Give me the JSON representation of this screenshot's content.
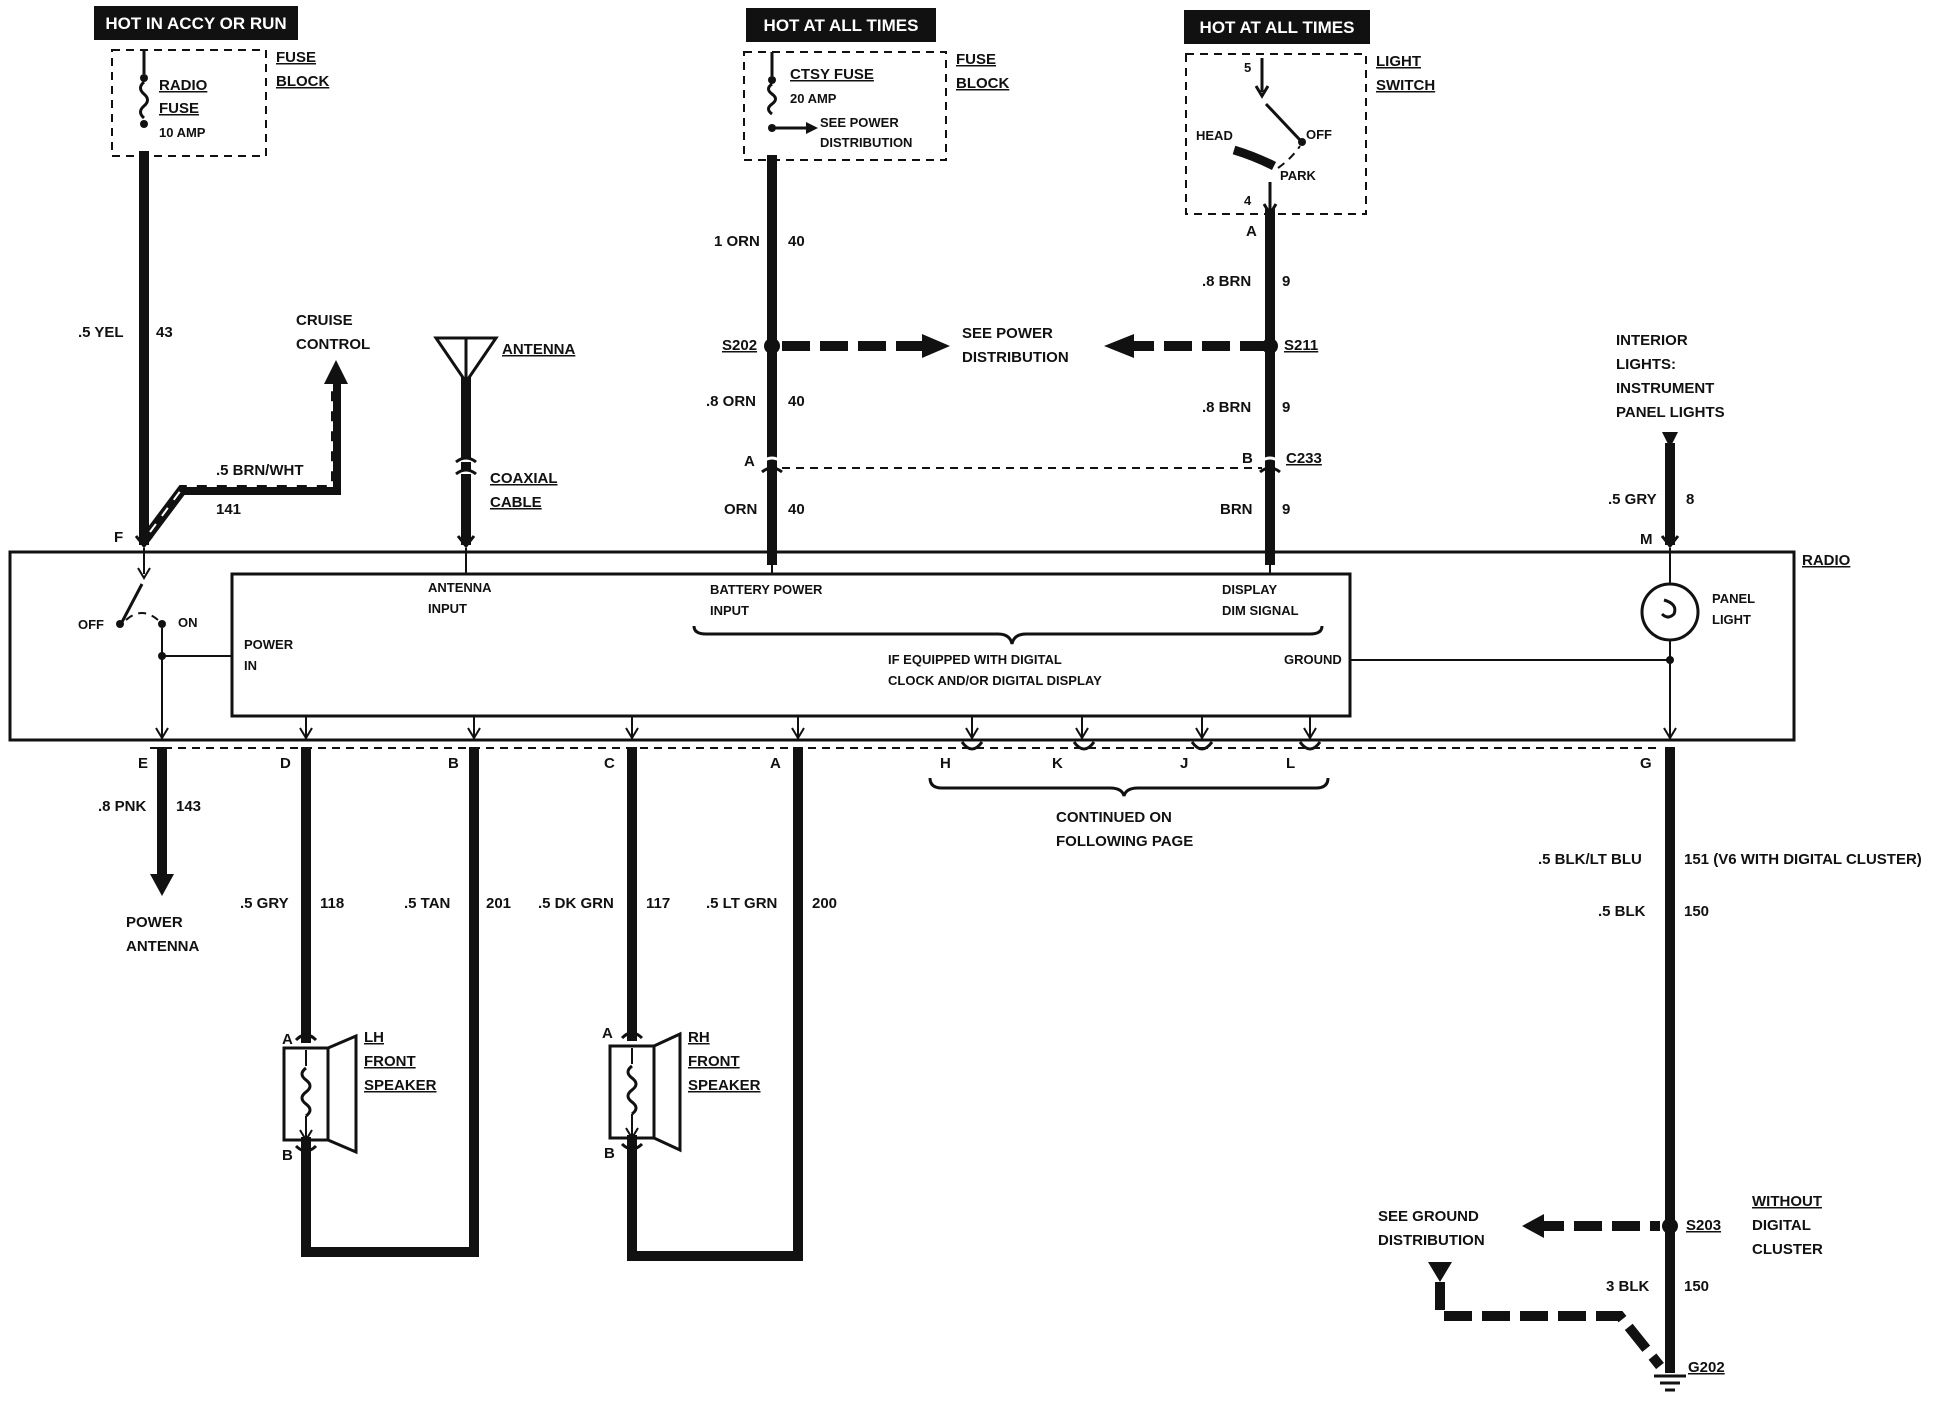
{
  "labels": {
    "hot_accy": "HOT IN ACCY OR RUN",
    "hot_all_1": "HOT AT ALL TIMES",
    "hot_all_2": "HOT AT ALL TIMES",
    "fuse_block_1a": "FUSE",
    "fuse_block_1b": "BLOCK",
    "fuse_block_2a": "FUSE",
    "fuse_block_2b": "BLOCK",
    "radio_fuse_a": "RADIO",
    "radio_fuse_b": "FUSE",
    "radio_fuse_amp": "10 AMP",
    "ctsy_fuse": "CTSY FUSE",
    "ctsy_amp": "20 AMP",
    "see_power_a": "SEE POWER",
    "see_power_b": "DISTRIBUTION",
    "light_switch_a": "LIGHT",
    "light_switch_b": "SWITCH",
    "ls_5": "5",
    "ls_head": "HEAD",
    "ls_off": "OFF",
    "ls_park": "PARK",
    "ls_4": "4",
    "wire_5yel": ".5 YEL",
    "wire_43": "43",
    "cruise_a": "CRUISE",
    "cruise_b": "CONTROL",
    "antenna": "ANTENNA",
    "coax_a": "COAXIAL",
    "coax_b": "CABLE",
    "wire_5brnwht": ".5 BRN/WHT",
    "wire_141": "141",
    "wire_1orn": "1 ORN",
    "wire_40a": "40",
    "s202": "S202",
    "see_power_mid_a": "SEE POWER",
    "see_power_mid_b": "DISTRIBUTION",
    "wire_8orn": ".8 ORN",
    "wire_40b": "40",
    "conn_a_left": "A",
    "wire_orn": "ORN",
    "wire_40c": "40",
    "conn_a_top": "A",
    "wire_8brn_a": ".8 BRN",
    "wire_9a": "9",
    "s211": "S211",
    "wire_8brn_b": ".8 BRN",
    "wire_9b": "9",
    "conn_b": "B",
    "c233": "C233",
    "wire_brn": "BRN",
    "wire_9c": "9",
    "interior_a": "INTERIOR",
    "interior_b": "LIGHTS:",
    "interior_c": "INSTRUMENT",
    "interior_d": "PANEL LIGHTS",
    "wire_5gry_top": ".5 GRY",
    "wire_8": "8",
    "pin_m": "M",
    "pin_f": "F",
    "radio": "RADIO",
    "off": "OFF",
    "on": "ON",
    "power_in_a": "POWER",
    "power_in_b": "IN",
    "antenna_input_a": "ANTENNA",
    "antenna_input_b": "INPUT",
    "battery_a": "BATTERY POWER",
    "battery_b": "INPUT",
    "display_a": "DISPLAY",
    "display_b": "DIM SIGNAL",
    "if_equipped_a": "IF EQUIPPED WITH DIGITAL",
    "if_equipped_b": "CLOCK AND/OR DIGITAL DISPLAY",
    "ground": "GROUND",
    "panel_light_a": "PANEL",
    "panel_light_b": "LIGHT",
    "pin_e": "E",
    "pin_d": "D",
    "pin_b": "B",
    "pin_c": "C",
    "pin_a": "A",
    "pin_h": "H",
    "pin_k": "K",
    "pin_j": "J",
    "pin_l": "L",
    "pin_g": "G",
    "continued_a": "CONTINUED ON",
    "continued_b": "FOLLOWING PAGE",
    "wire_8pnk": ".8 PNK",
    "wire_143": "143",
    "power_ant_a": "POWER",
    "power_ant_b": "ANTENNA",
    "wire_5gry": ".5 GRY",
    "wire_118": "118",
    "wire_5tan": ".5 TAN",
    "wire_201": "201",
    "wire_5dkgrn": ".5 DK GRN",
    "wire_117": "117",
    "wire_5ltgrn": ".5 LT GRN",
    "wire_200": "200",
    "wire_5blkltblu": ".5 BLK/LT BLU",
    "wire_151": "151 (V6 WITH DIGITAL CLUSTER)",
    "wire_5blk": ".5 BLK",
    "wire_150a": "150",
    "lh_a": "LH",
    "lh_b": "FRONT",
    "lh_c": "SPEAKER",
    "lh_pin_a": "A",
    "lh_pin_b": "B",
    "rh_a": "RH",
    "rh_b": "FRONT",
    "rh_c": "SPEAKER",
    "rh_pin_a": "A",
    "rh_pin_b": "B",
    "see_ground_a": "SEE GROUND",
    "see_ground_b": "DISTRIBUTION",
    "s203": "S203",
    "without_a": "WITHOUT",
    "without_b": "DIGITAL",
    "without_c": "CLUSTER",
    "wire_3blk": "3 BLK",
    "wire_150b": "150",
    "g202": "G202"
  }
}
